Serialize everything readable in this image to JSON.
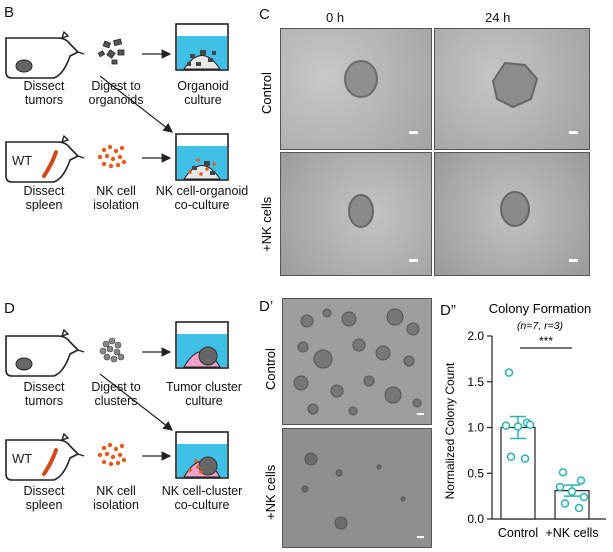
{
  "panels": {
    "B": "B",
    "C": "C",
    "D": "D",
    "Dp": "D’",
    "Dpp": "D”"
  },
  "panel_B": {
    "wt_label": "WT",
    "row1": {
      "mouse_caption": "Dissect\ntumors",
      "digest_caption": "Digest to\norganoids",
      "culture_caption": "Organoid\nculture"
    },
    "row2": {
      "mouse_caption": "Dissect\nspleen",
      "digest_caption": "NK cell\nisolation",
      "culture_caption": "NK cell-organoid\nco-culture"
    }
  },
  "panel_C": {
    "col_labels": [
      "0 h",
      "24 h"
    ],
    "row_labels": [
      "Control",
      "+NK cells"
    ]
  },
  "panel_D": {
    "wt_label": "WT",
    "row1": {
      "mouse_caption": "Dissect\ntumors",
      "digest_caption": "Digest to\nclusters",
      "culture_caption": "Tumor cluster\nculture"
    },
    "row2": {
      "mouse_caption": "Dissect\nspleen",
      "digest_caption": "NK cell\nisolation",
      "culture_caption": "NK cell-cluster\nco-culture"
    }
  },
  "panel_Dp": {
    "row_labels": [
      "Control",
      "+NK cells"
    ]
  },
  "colors": {
    "medium": "#3fc0e6",
    "cluster_medium": "#f2a3c8",
    "nk": "#e85a1c",
    "teal": "#2bb3b0"
  },
  "chart_data": {
    "type": "bar",
    "title": "Colony Formation",
    "subtitle": "(n=7, r=3)",
    "ylabel": "Normalized Colony Count",
    "xlabel": "",
    "categories": [
      "Control",
      "+NK cells"
    ],
    "values": [
      1.0,
      0.31
    ],
    "errors": [
      0.12,
      0.06
    ],
    "points": [
      [
        1.6,
        1.05,
        1.02,
        1.01,
        1.03,
        0.68,
        0.66
      ],
      [
        0.51,
        0.42,
        0.35,
        0.3,
        0.24,
        0.17,
        0.12
      ]
    ],
    "ylim": [
      0,
      2.0
    ],
    "yticks": [
      "0.0",
      "0.5",
      "1.0",
      "1.5",
      "2.0"
    ],
    "significance": "***"
  }
}
